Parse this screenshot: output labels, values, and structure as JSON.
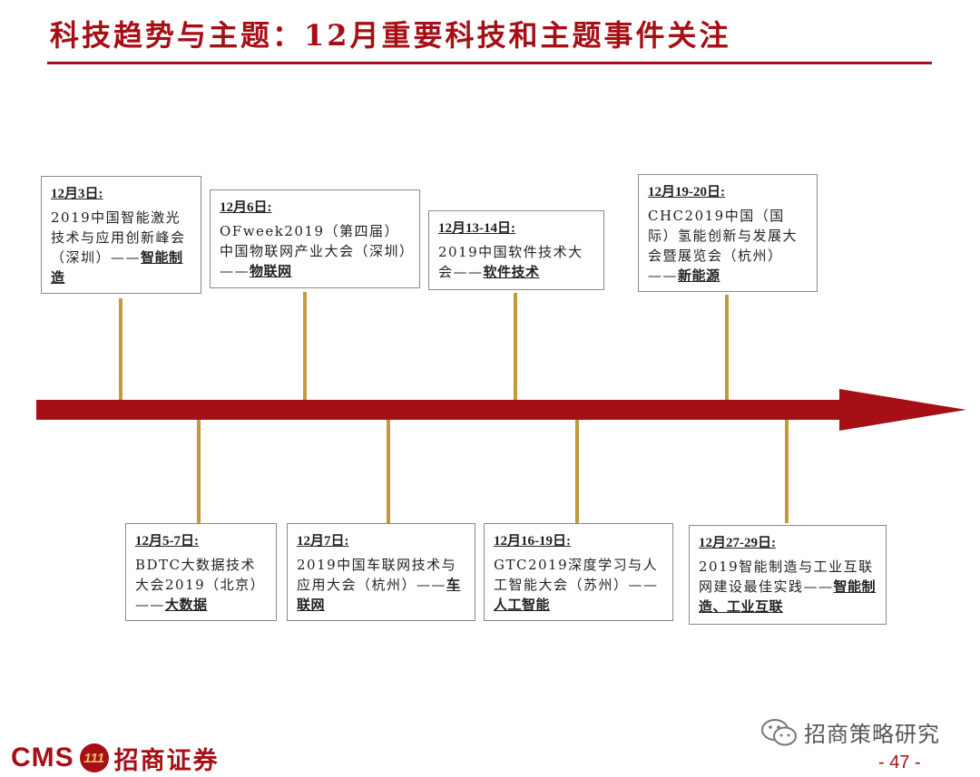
{
  "title": "科技趋势与主题：12月重要科技和主题事件关注",
  "events_top": [
    {
      "date": "12月3日:",
      "desc": "2019中国智能激光技术与应用创新峰会（深圳）——",
      "topic": "智能制造"
    },
    {
      "date": "12月6日:",
      "desc": "OFweek2019（第四届）中国物联网产业大会（深圳）——",
      "topic": "物联网"
    },
    {
      "date": "12月13-14日:",
      "desc": "2019中国软件技术大会——",
      "topic": "软件技术"
    },
    {
      "date": "12月19-20日:",
      "desc": "CHC2019中国（国际）氢能创新与发展大会暨展览会（杭州）——",
      "topic": "新能源"
    }
  ],
  "events_bottom": [
    {
      "date": "12月5-7日:",
      "desc": "BDTC大数据技术大会2019（北京）——",
      "topic": "大数据"
    },
    {
      "date": "12月7日:",
      "desc": "2019中国车联网技术与应用大会（杭州）——",
      "topic": "车联网"
    },
    {
      "date": "12月16-19日:",
      "desc": "GTC2019深度学习与人工智能大会（苏州）——",
      "topic": "人工智能"
    },
    {
      "date": "12月27-29日:",
      "desc": "2019智能制造与工业互联网建设最佳实践——",
      "topic": "智能制造、工业互联"
    }
  ],
  "footer": {
    "logo_en": "CMS",
    "logo_badge": "111",
    "logo_cn": "招商证券",
    "wechat_label": "招商策略研究",
    "page_number": "- 47 -"
  },
  "colors": {
    "brand_red": "#a50f15",
    "connector_gold": "#c29a3a"
  }
}
